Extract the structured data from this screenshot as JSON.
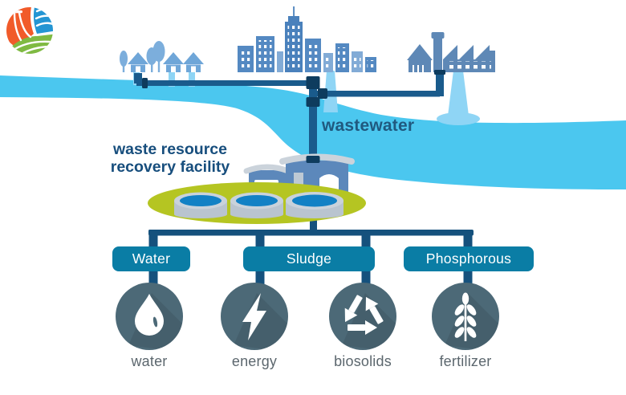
{
  "diagram": {
    "labels": {
      "wastewater": "wastewater",
      "facility_line1": "waste resource",
      "facility_line2": "recovery facility"
    },
    "resource_boxes": [
      {
        "label": "Water"
      },
      {
        "label": "Sludge"
      },
      {
        "label": "Phosphorous"
      }
    ],
    "products": [
      {
        "label": "water",
        "icon": "water-drop-icon"
      },
      {
        "label": "energy",
        "icon": "lightning-bolt-icon"
      },
      {
        "label": "biosolids",
        "icon": "recycle-icon"
      },
      {
        "label": "fertilizer",
        "icon": "wheat-icon"
      }
    ],
    "colors": {
      "river": "#4BC7EF",
      "stream": "#8FD5F5",
      "pipe": "#1A5B8C",
      "pipe_coupling": "#0E3C5E",
      "connector": "#15517D",
      "box_teal": "#0A7DA5",
      "circle_slate": "#4C6977",
      "ground_green": "#B5C522",
      "building_blue": "#5489C2",
      "building_light": "#82ABD6",
      "house_blue": "#6FA6D8",
      "factory_blue": "#5E88B6",
      "facility_blue": "#5C88BB",
      "facility_roof": "#CBD3DB",
      "tank_gray": "#B9C4CF",
      "tank_water": "#1281C5",
      "text_navy": "#174E7D",
      "caption_gray": "#5C676E",
      "logo_orange": "#F15B2A",
      "logo_blue": "#2395D3",
      "logo_green": "#7FBA42"
    }
  }
}
